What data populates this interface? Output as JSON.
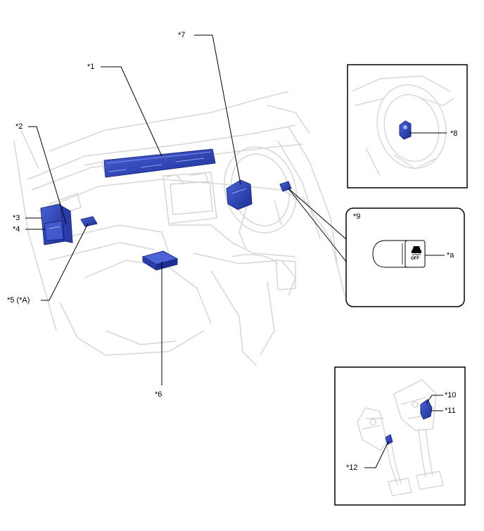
{
  "callouts": {
    "c1": "*1",
    "c2": "*2",
    "c3": "*3",
    "c4": "*4",
    "c5": "*5 (*A)",
    "c6": "*6",
    "c7": "*7",
    "c8": "*8",
    "c9": "*9",
    "ca": "*a",
    "c10": "*10",
    "c11": "*11",
    "c12": "*12"
  },
  "switch_icon": {
    "text": "OFF",
    "name": "vsc-off-icon"
  },
  "colors": {
    "component": "#2e43b8",
    "component_dark": "#1a2a8a",
    "line_art": "#d8d8d8",
    "leader": "#000000"
  }
}
